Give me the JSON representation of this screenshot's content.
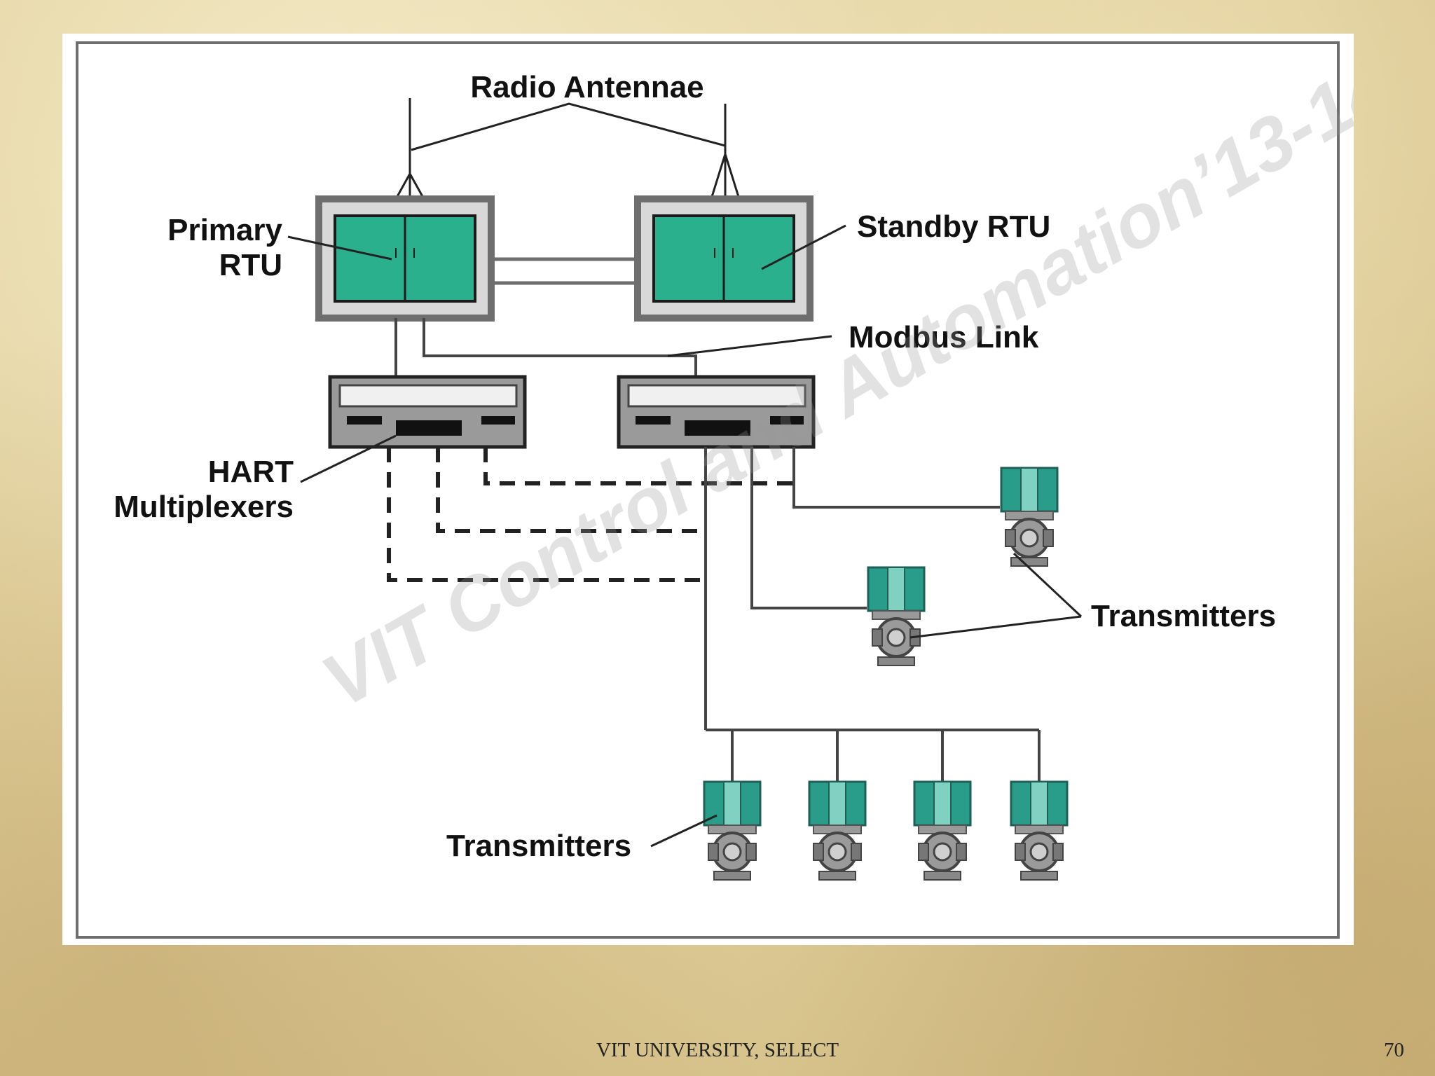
{
  "slide": {
    "footer": "VIT UNIVERSITY, SELECT",
    "page_number": "70"
  },
  "diagram": {
    "labels": {
      "radio_antennae": "Radio Antennae",
      "primary_rtu_line1": "Primary",
      "primary_rtu_line2": "RTU",
      "standby_rtu": "Standby RTU",
      "modbus_link": "Modbus Link",
      "hart_line1": "HART",
      "hart_line2": "Multiplexers",
      "transmitters_right": "Transmitters",
      "transmitters_bottom": "Transmitters"
    },
    "watermark": "VIT Control and Automation’13-14",
    "colors": {
      "rtu_green": "#2bb08e",
      "transmitter_teal": "#2a9d8a",
      "line": "#333333",
      "frame": "#6e6e6e"
    }
  }
}
